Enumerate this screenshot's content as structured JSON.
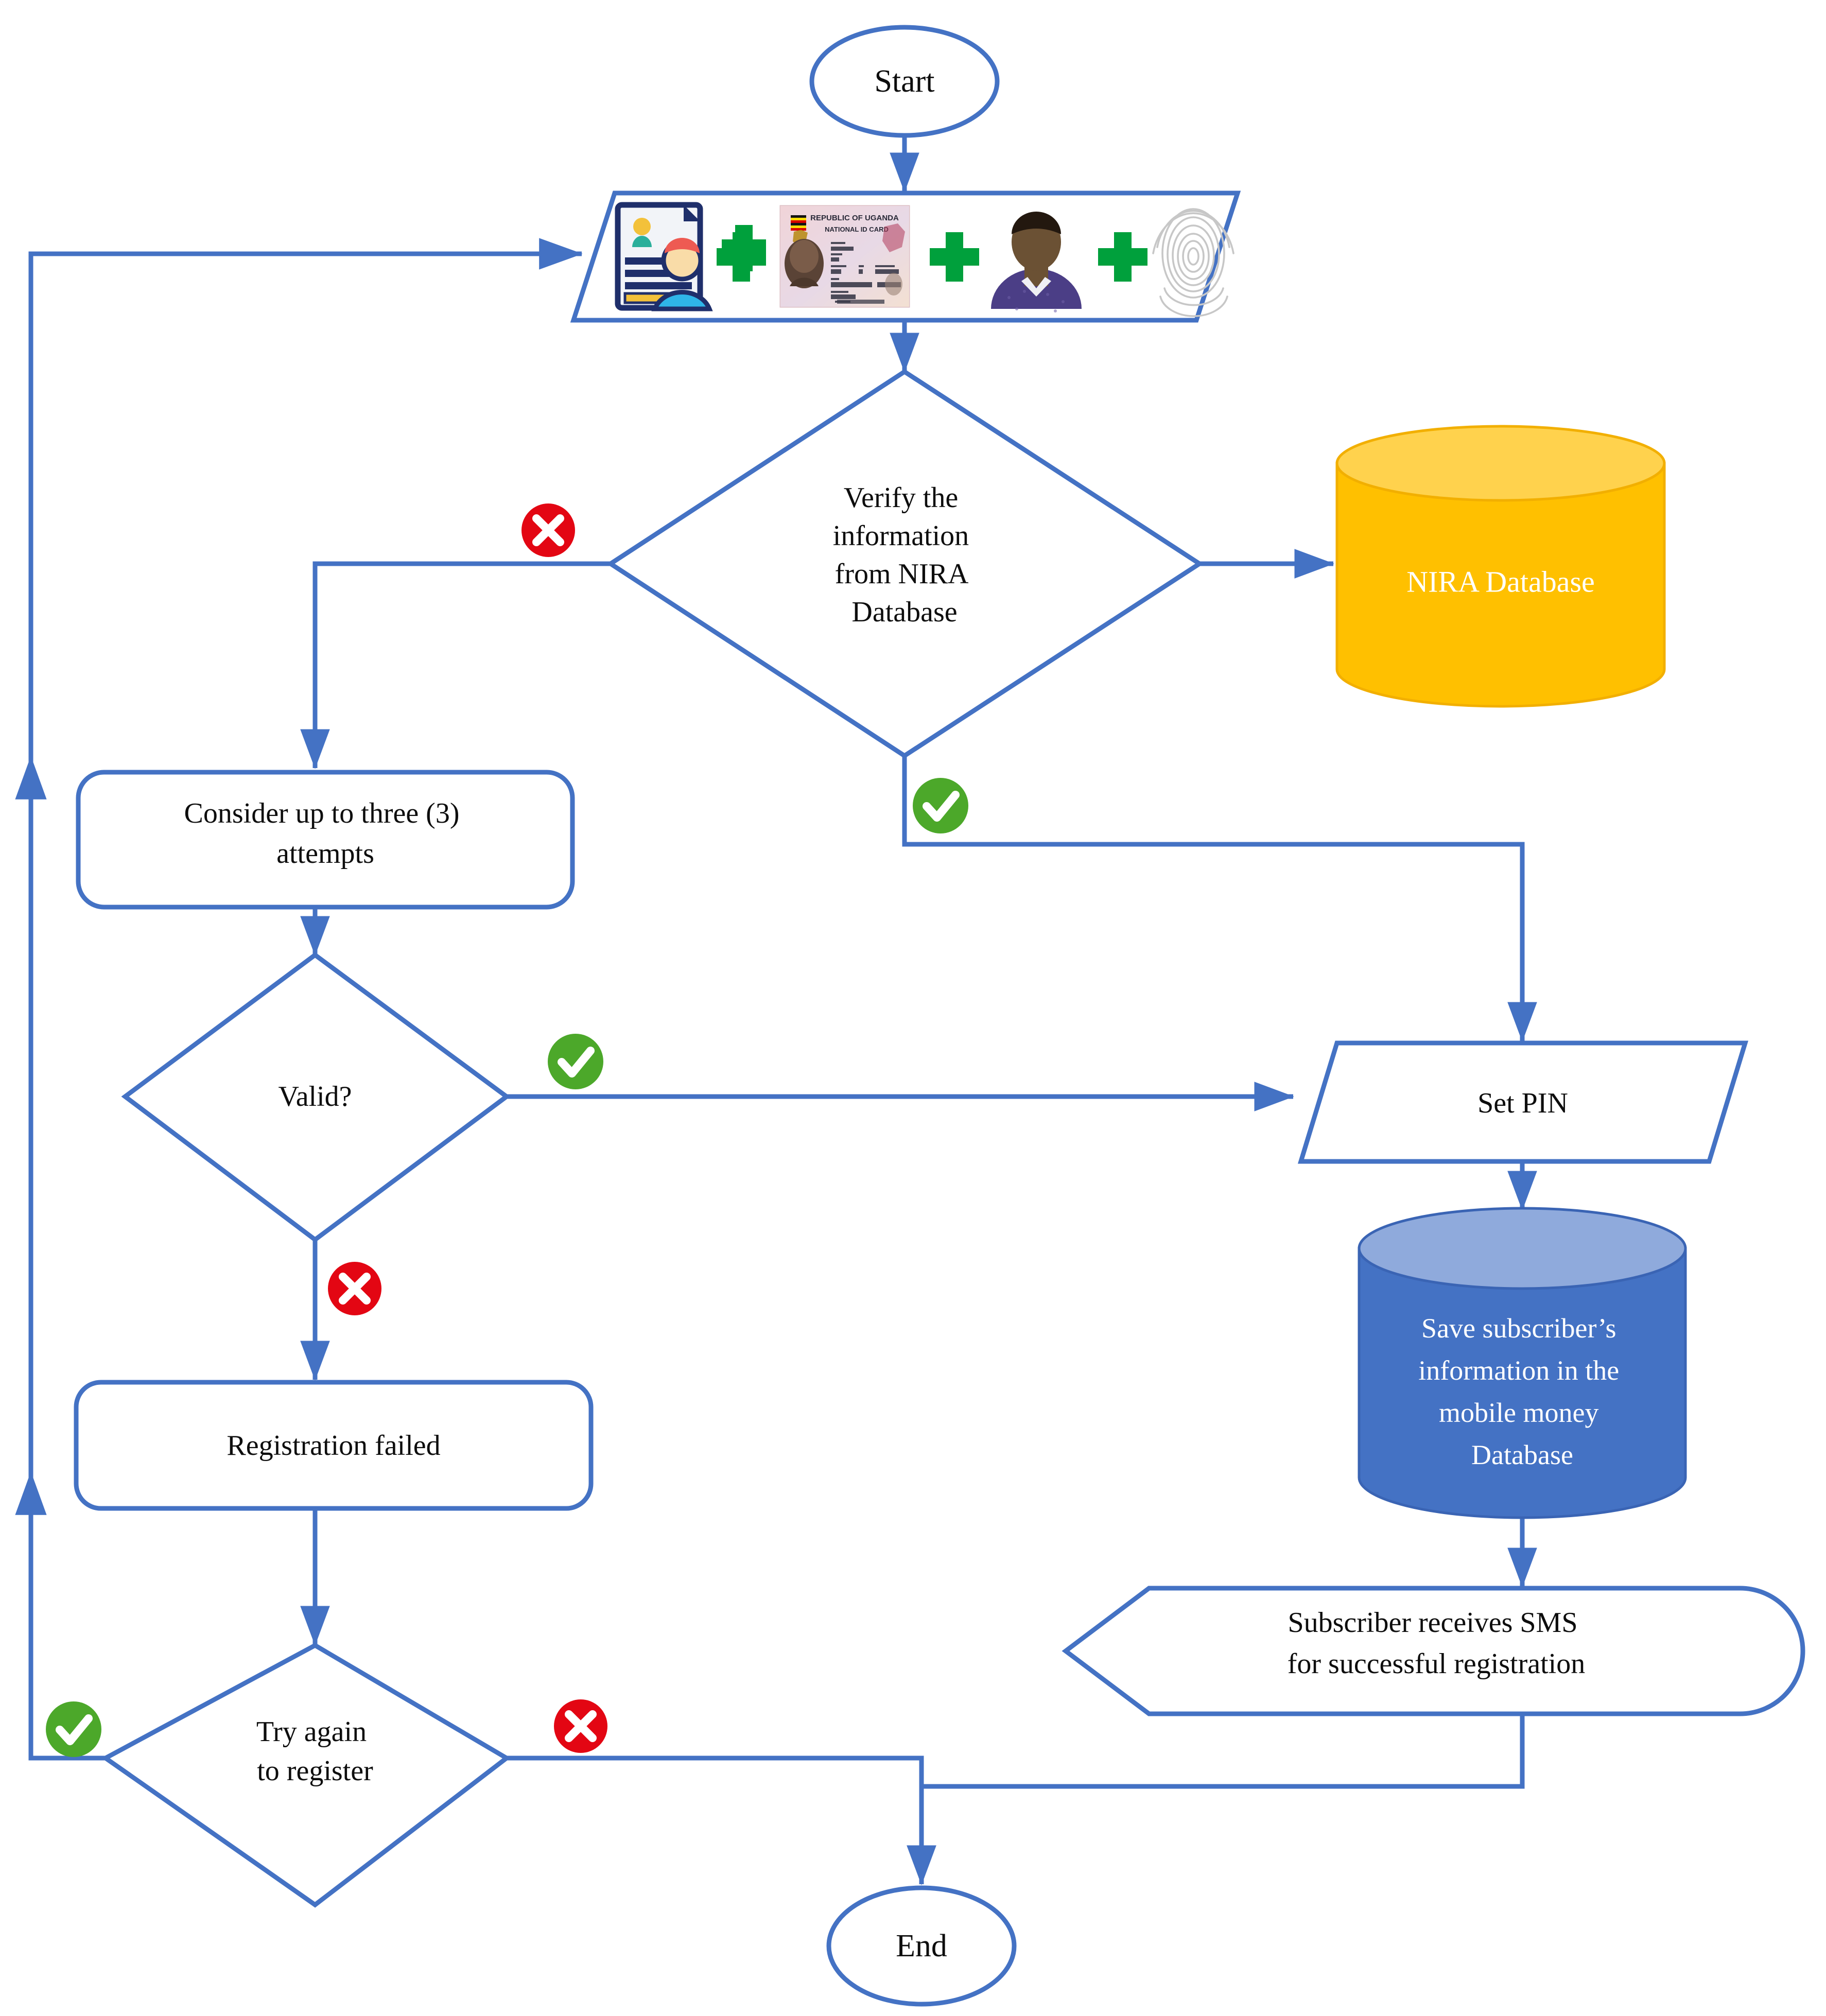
{
  "diagram": {
    "title": "Mobile money subscriber registration flowchart",
    "colors": {
      "line": "#4472C4",
      "shape_stroke": "#4472C4",
      "shape_fill": "#FFFFFF",
      "nira_db_fill": "#FFC000",
      "nira_db_top": "#FFD966",
      "mm_db_fill": "#4472C4",
      "mm_db_top": "#8FAADC",
      "text_dark": "#0D0D0D",
      "text_light": "#FFFFFF",
      "success_green": "#4CA82A",
      "failure_red": "#E30613",
      "plus_green": "#00A03C"
    },
    "nodes": {
      "start": {
        "label": "Start",
        "shape": "ellipse"
      },
      "inputs": {
        "shape": "parallelogram",
        "label": ""
      },
      "verify": {
        "label_lines": [
          "Verify the",
          "information",
          "from NIRA",
          "Database"
        ],
        "shape": "diamond"
      },
      "nira_db": {
        "label": "NIRA Database",
        "shape": "cylinder"
      },
      "attempts": {
        "label_lines": [
          "Consider up to three (3)",
          "attempts"
        ],
        "shape": "rounded-rect"
      },
      "valid": {
        "label": "Valid?",
        "shape": "diamond"
      },
      "set_pin": {
        "label": "Set PIN",
        "shape": "parallelogram"
      },
      "save_db": {
        "label_lines": [
          "Save subscriber’s",
          "information in the",
          "mobile money",
          "Database"
        ],
        "shape": "cylinder"
      },
      "sms": {
        "label_lines": [
          "Subscriber receives SMS",
          "for successful registration"
        ],
        "shape": "display"
      },
      "reg_failed": {
        "label": "Registration failed",
        "shape": "rounded-rect"
      },
      "try_again": {
        "label_lines": [
          "Try again",
          "to register"
        ],
        "shape": "diamond"
      },
      "end": {
        "label": "End",
        "shape": "ellipse"
      }
    },
    "input_items": [
      {
        "name": "registration-form-icon",
        "caption": "Registration form with applicant"
      },
      {
        "name": "plus-operator-1",
        "caption": "+"
      },
      {
        "name": "national-id-card-image",
        "caption": "REPUBLIC OF UGANDA NATIONAL ID CARD"
      },
      {
        "name": "plus-operator-2",
        "caption": "+"
      },
      {
        "name": "subscriber-photo-image",
        "caption": "Subscriber portrait photo"
      },
      {
        "name": "plus-operator-3",
        "caption": "+"
      },
      {
        "name": "fingerprint-image",
        "caption": "Fingerprint"
      }
    ],
    "id_card": {
      "line1": "REPUBLIC OF UGANDA",
      "line2": "NATIONAL ID CARD"
    },
    "decision_badges": [
      {
        "name": "verify-failure-badge",
        "symbol": "✕",
        "meaning": "No / failed"
      },
      {
        "name": "verify-success-badge",
        "symbol": "✓",
        "meaning": "Yes / verified"
      },
      {
        "name": "valid-success-badge",
        "symbol": "✓",
        "meaning": "Yes / valid"
      },
      {
        "name": "valid-failure-badge",
        "symbol": "✕",
        "meaning": "No / invalid"
      },
      {
        "name": "try-again-success-badge",
        "symbol": "✓",
        "meaning": "Yes / retry"
      },
      {
        "name": "try-again-failure-badge",
        "symbol": "✕",
        "meaning": "No / stop"
      }
    ]
  }
}
